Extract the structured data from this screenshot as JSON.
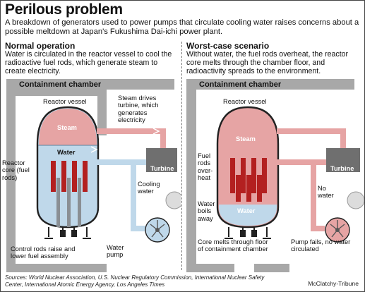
{
  "title": "Perilous problem",
  "subtitle": "A breakdown of generators used to power pumps that circulate cooling water raises concerns about a possible meltdown at Japan's Fukushima Dai-ichi power plant.",
  "normal": {
    "heading": "Normal operation",
    "description": "Water is circulated in the reactor vessel to cool the radioactive fuel rods, which generate steam to create electricity.",
    "chamber_label": "Containment chamber",
    "vessel_label": "Reactor vessel",
    "steam_label": "Steam",
    "water_label": "Water",
    "core_label": "Reactor core (fuel rods)",
    "steam_turbine_label": "Steam drives turbine, which generates electricity",
    "turbine_label": "Turbine",
    "cooling_label": "Cooling water",
    "control_label": "Control rods raise and lower fuel assembly",
    "pump_label": "Water pump"
  },
  "worst": {
    "heading": "Worst-case scenario",
    "description": "Without water, the fuel rods overheat, the reactor core melts through the chamber floor, and radioactivity spreads to the environment.",
    "chamber_label": "Containment chamber",
    "vessel_label": "Reactor vessel",
    "steam_label": "Steam",
    "water_label": "Water",
    "fuel_label": "Fuel rods over-heat",
    "boils_label": "Water boils away",
    "turbine_label": "Turbine",
    "no_water_label": "No water",
    "melt_label": "Core melts through floor of containment chamber",
    "pump_label": "Pump fails, no water circulated"
  },
  "sources": "Sources: World Nuclear Association, U.S. Nuclear Regulatory Commission, International Nuclear Safety Center, International Atomic Energy Agency, Los Angeles Times",
  "credit": "McClatchy-Tribune",
  "colors": {
    "chamber_gray": "#a8a8a8",
    "steam_pink": "#e6a4a4",
    "water_blue": "#bfd8ea",
    "fuel_red": "#b32020",
    "rod_gray": "#8a8f94",
    "turbine_gray": "#6f6f6f"
  }
}
